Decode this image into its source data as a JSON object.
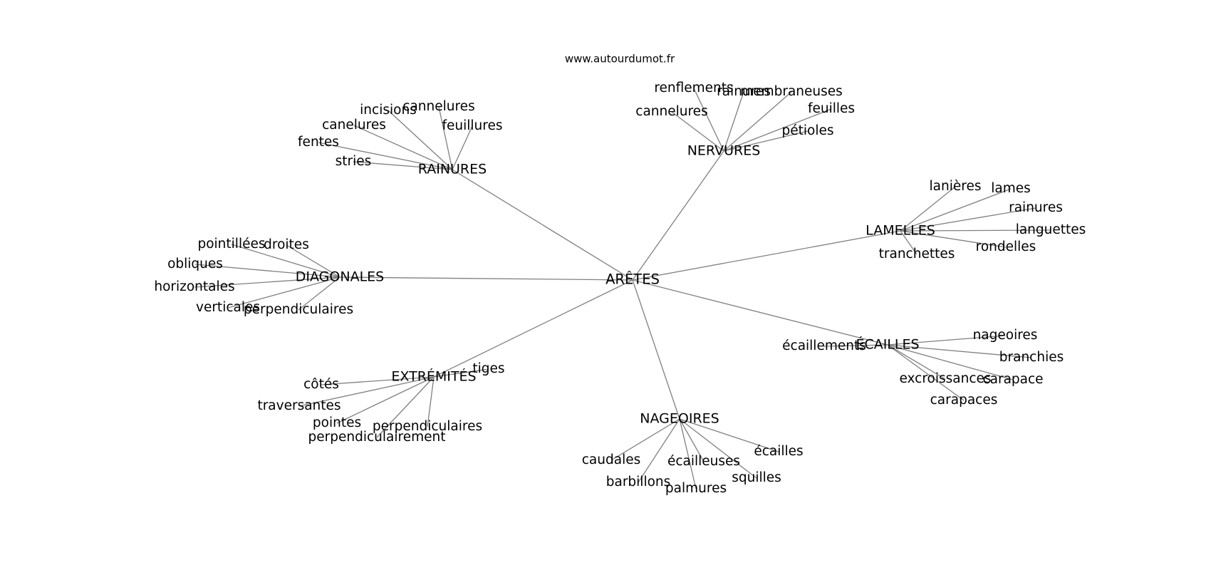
{
  "source_url": "www.autourdumot.fr",
  "colors": {
    "edge": "#808080",
    "text": "#000000",
    "background": "#ffffff"
  },
  "graph": {
    "root": "ARÊTES",
    "branches": [
      {
        "label": "RAINURES",
        "leaves": [
          "incisions",
          "cannelures",
          "canelures",
          "feuillures",
          "fentes",
          "stries"
        ]
      },
      {
        "label": "NERVURES",
        "leaves": [
          "renflements",
          "rainures",
          "membraneuses",
          "cannelures",
          "feuilles",
          "pétioles"
        ]
      },
      {
        "label": "LAMELLES",
        "leaves": [
          "lanières",
          "lames",
          "rainures",
          "languettes",
          "rondelles",
          "tranchettes"
        ]
      },
      {
        "label": "DIAGONALES",
        "leaves": [
          "pointillées",
          "droites",
          "obliques",
          "horizontales",
          "verticales",
          "perpendiculaires"
        ]
      },
      {
        "label": "ÉCAILLES",
        "leaves": [
          "nageoires",
          "écaillements",
          "branchies",
          "excroissances",
          "carapace",
          "carapaces"
        ]
      },
      {
        "label": "EXTRÉMITÉS",
        "leaves": [
          "tiges",
          "côtés",
          "traversantes",
          "pointes",
          "perpendiculaires",
          "perpendiculairement"
        ]
      },
      {
        "label": "NAGEOIRES",
        "leaves": [
          "écailles",
          "caudales",
          "écailleuses",
          "squilles",
          "barbillons",
          "palmures"
        ]
      }
    ]
  }
}
